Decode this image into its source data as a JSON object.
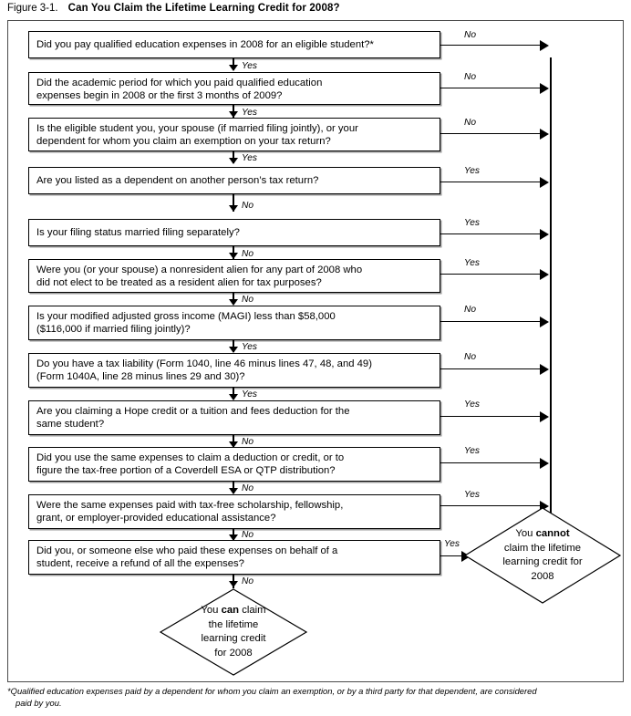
{
  "figure": {
    "label": "Figure 3-1.",
    "title": "Can You Claim the Lifetime Learning Credit for 2008?"
  },
  "boxes": [
    {
      "id": "paid-qualified-expenses",
      "lines": [
        "Did you pay qualified education expenses in 2008 for an eligible student?*"
      ],
      "branch_label": "No",
      "down_label": "Yes"
    },
    {
      "id": "academic-period",
      "lines": [
        "Did the academic period for which you paid qualified education",
        "expenses begin in 2008 or the first 3 months of 2009?"
      ],
      "branch_label": "No",
      "down_label": "Yes"
    },
    {
      "id": "eligible-student-relationship",
      "lines": [
        "Is the eligible student you, your spouse (if married filing jointly), or your",
        "dependent for whom you claim an exemption on your tax return?"
      ],
      "branch_label": "No",
      "down_label": "Yes"
    },
    {
      "id": "listed-as-dependent",
      "lines": [
        "Are you listed as a dependent on another person’s tax return?"
      ],
      "branch_label": "Yes",
      "down_label": "No"
    },
    {
      "id": "married-filing-separately",
      "lines": [
        "Is your filing status married filing separately?"
      ],
      "branch_label": "Yes",
      "down_label": "No"
    },
    {
      "id": "nonresident-alien",
      "lines": [
        "Were you (or your spouse) a nonresident alien for any part of 2008 who",
        "did not elect to be treated as a resident alien for tax purposes?"
      ],
      "branch_label": "Yes",
      "down_label": "No"
    },
    {
      "id": "magi-threshold",
      "lines": [
        "Is your modified adjusted gross income (MAGI) less than $58,000",
        "($116,000 if married filing jointly)?"
      ],
      "branch_label": "No",
      "down_label": "Yes"
    },
    {
      "id": "tax-liability",
      "lines": [
        "Do you have a tax liability (Form 1040, line 46 minus lines 47, 48, and 49)",
        "(Form 1040A, line 28 minus lines 29 and 30)?"
      ],
      "branch_label": "No",
      "down_label": "Yes"
    },
    {
      "id": "hope-credit-or-tuition-deduction",
      "lines": [
        "Are you claiming a Hope credit or a tuition and fees deduction for the",
        "same student?"
      ],
      "branch_label": "Yes",
      "down_label": "No"
    },
    {
      "id": "same-expenses-other-benefit",
      "lines": [
        "Did you use the same expenses to claim a deduction or credit, or to",
        "figure the tax-free portion of a Coverdell ESA or QTP distribution?"
      ],
      "branch_label": "Yes",
      "down_label": "No"
    },
    {
      "id": "tax-free-scholarship",
      "lines": [
        "Were the same expenses paid with tax-free scholarship, fellowship,",
        "grant, or employer-provided educational assistance?"
      ],
      "branch_label": "Yes",
      "down_label": "No"
    },
    {
      "id": "refund-of-expenses",
      "lines": [
        "Did you, or someone else who paid these expenses on behalf of a",
        "student, receive a refund of all the expenses?"
      ],
      "branch_label": "Yes",
      "down_label": "No"
    }
  ],
  "outcomes": {
    "cannot": {
      "id": "cannot-claim",
      "lines": [
        "You <b>cannot</b>",
        "claim the lifetime",
        "learning credit for",
        "2008"
      ]
    },
    "can": {
      "id": "can-claim",
      "lines": [
        "You <b>can</b> claim",
        "the lifetime",
        "learning credit",
        "for 2008"
      ]
    }
  },
  "footnote": {
    "line1": "*Qualified education expenses paid by a dependent for whom you claim an exemption, or by a third party for that dependent, are considered",
    "line2": "paid by you."
  }
}
